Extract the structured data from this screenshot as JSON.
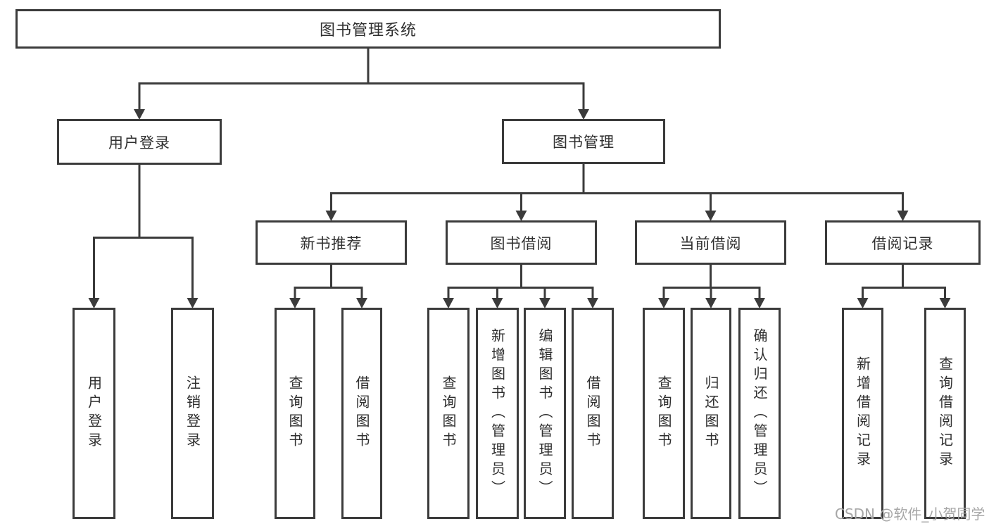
{
  "colors": {
    "line": "#3b3b3b",
    "text": "#2f2f2f",
    "watermark_gray": "#a6a6a6",
    "background": "#ffffff"
  },
  "diagram_type": "hierarchy-tree",
  "nodes": {
    "root": {
      "label": "图书管理系统"
    },
    "level2": [
      {
        "label": "用户登录"
      },
      {
        "label": "图书管理"
      }
    ],
    "level3": [
      {
        "label": "新书推荐",
        "parent": "图书管理"
      },
      {
        "label": "图书借阅",
        "parent": "图书管理"
      },
      {
        "label": "当前借阅",
        "parent": "图书管理"
      },
      {
        "label": "借阅记录",
        "parent": "图书管理"
      }
    ],
    "leaves": [
      {
        "label": "用户登录",
        "parent": "用户登录"
      },
      {
        "label": "注销登录",
        "parent": "用户登录"
      },
      {
        "label": "查询图书",
        "parent": "新书推荐"
      },
      {
        "label": "借阅图书",
        "parent": "新书推荐"
      },
      {
        "label": "查询图书",
        "parent": "图书借阅"
      },
      {
        "label": "新增图书（管理员）",
        "parent": "图书借阅"
      },
      {
        "label": "编辑图书（管理员）",
        "parent": "图书借阅"
      },
      {
        "label": "借阅图书",
        "parent": "图书借阅"
      },
      {
        "label": "查询图书",
        "parent": "当前借阅"
      },
      {
        "label": "归还图书",
        "parent": "当前借阅"
      },
      {
        "label": "确认归还（管理员）",
        "parent": "当前借阅"
      },
      {
        "label": "新增借阅记录",
        "parent": "借阅记录"
      },
      {
        "label": "查询借阅记录",
        "parent": "借阅记录"
      }
    ]
  },
  "watermark": {
    "text": "CSDN @软件_小贺同学"
  }
}
